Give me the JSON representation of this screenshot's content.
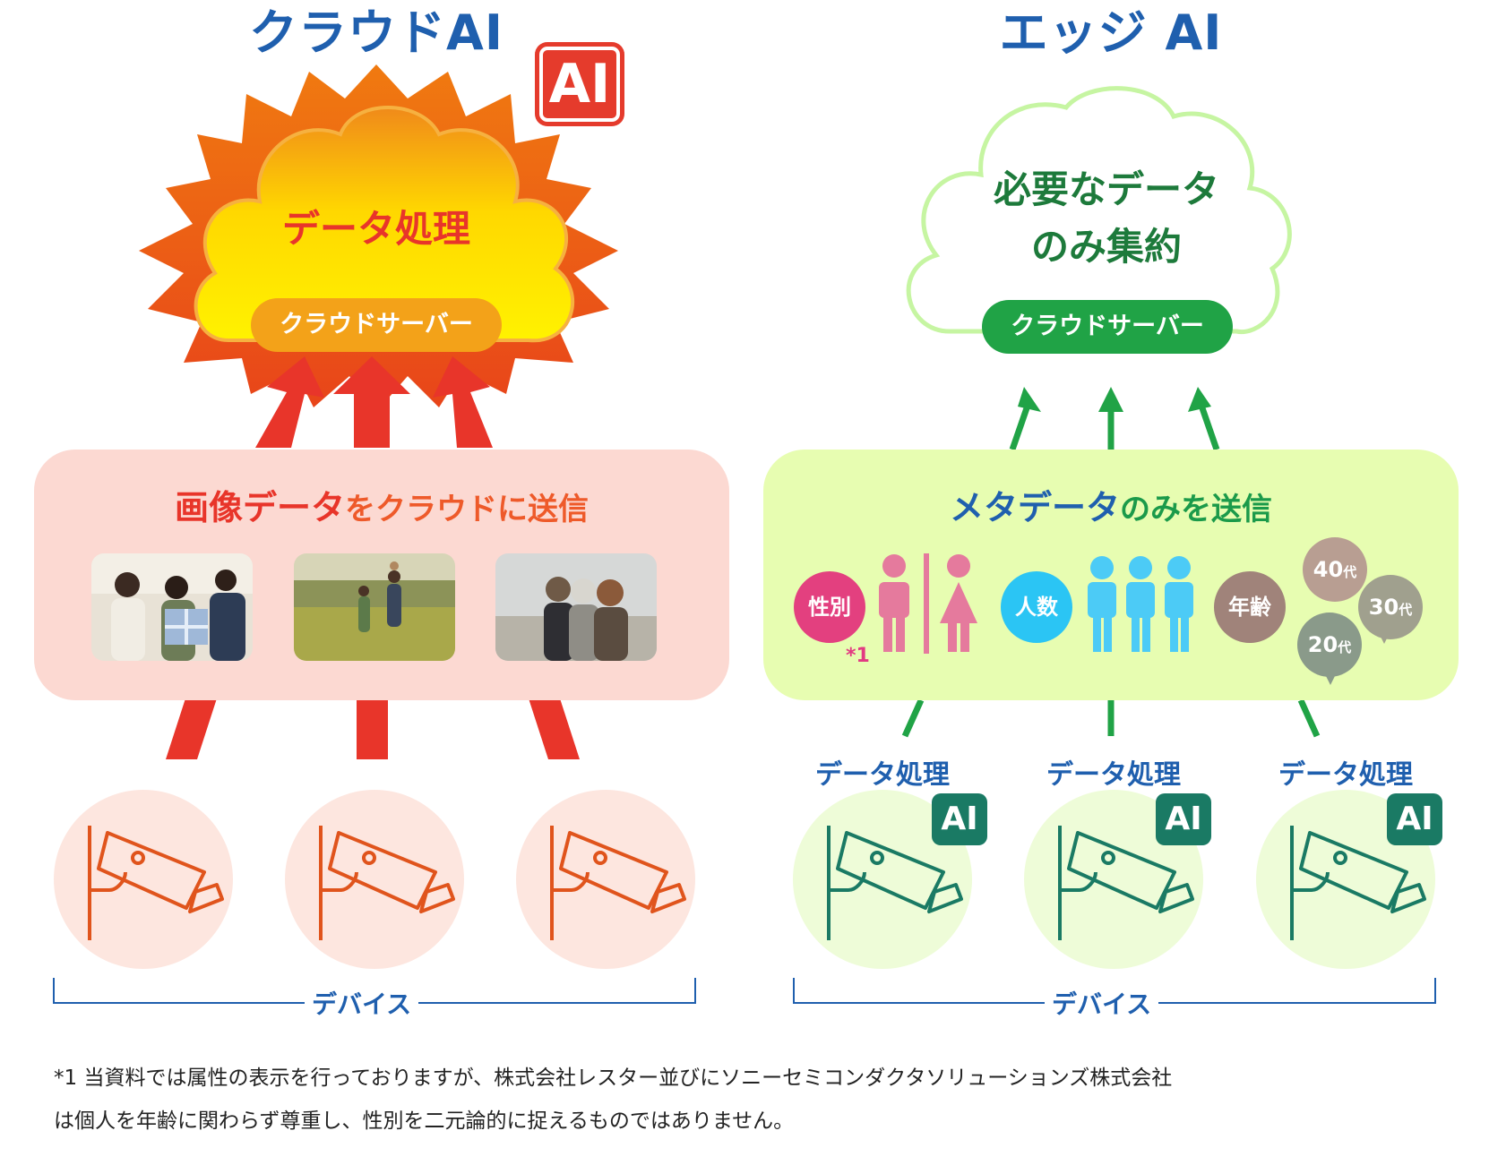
{
  "left": {
    "title": "クラウドAI",
    "ai_badge": "AI",
    "cloud_label": "データ処理",
    "server_label": "クラウドサーバー",
    "panel_title_strong": "画像データ",
    "panel_title_rest": "をクラウドに送信",
    "photos": [
      "photo-group-gift",
      "photo-family-field",
      "photo-women-beach"
    ],
    "device_label": "デバイス"
  },
  "right": {
    "title": "エッジ AI",
    "cloud_label_line1": "必要なデータ",
    "cloud_label_line2": "のみ集約",
    "server_label": "クラウドサーバー",
    "panel_title_strong": "メタデータ",
    "panel_title_rest": "のみを送信",
    "gender_label": "性別",
    "footnote_mark": "*1",
    "count_label": "人数",
    "age_label": "年齢",
    "age_bubbles": [
      {
        "age": "40",
        "suffix": "代"
      },
      {
        "age": "30",
        "suffix": "代"
      },
      {
        "age": "20",
        "suffix": "代"
      }
    ],
    "processing_labels": [
      "データ処理",
      "データ処理",
      "データ処理"
    ],
    "ai_badges": [
      "AI",
      "AI",
      "AI"
    ],
    "device_label": "デバイス"
  },
  "colors": {
    "title_blue": "#1f5fae",
    "red_accent": "#e8352a",
    "green_accent": "#20a346",
    "camera_orange": "#e0541c",
    "camera_green": "#1a7a64"
  },
  "footnote": {
    "line1": "*1 当資料では属性の表示を行っておりますが、株式会社レスター並びにソニーセミコンダクタソリューションズ株式会社",
    "line2": "は個人を年齢に関わらず尊重し、性別を二元論的に捉えるものではありません。"
  }
}
